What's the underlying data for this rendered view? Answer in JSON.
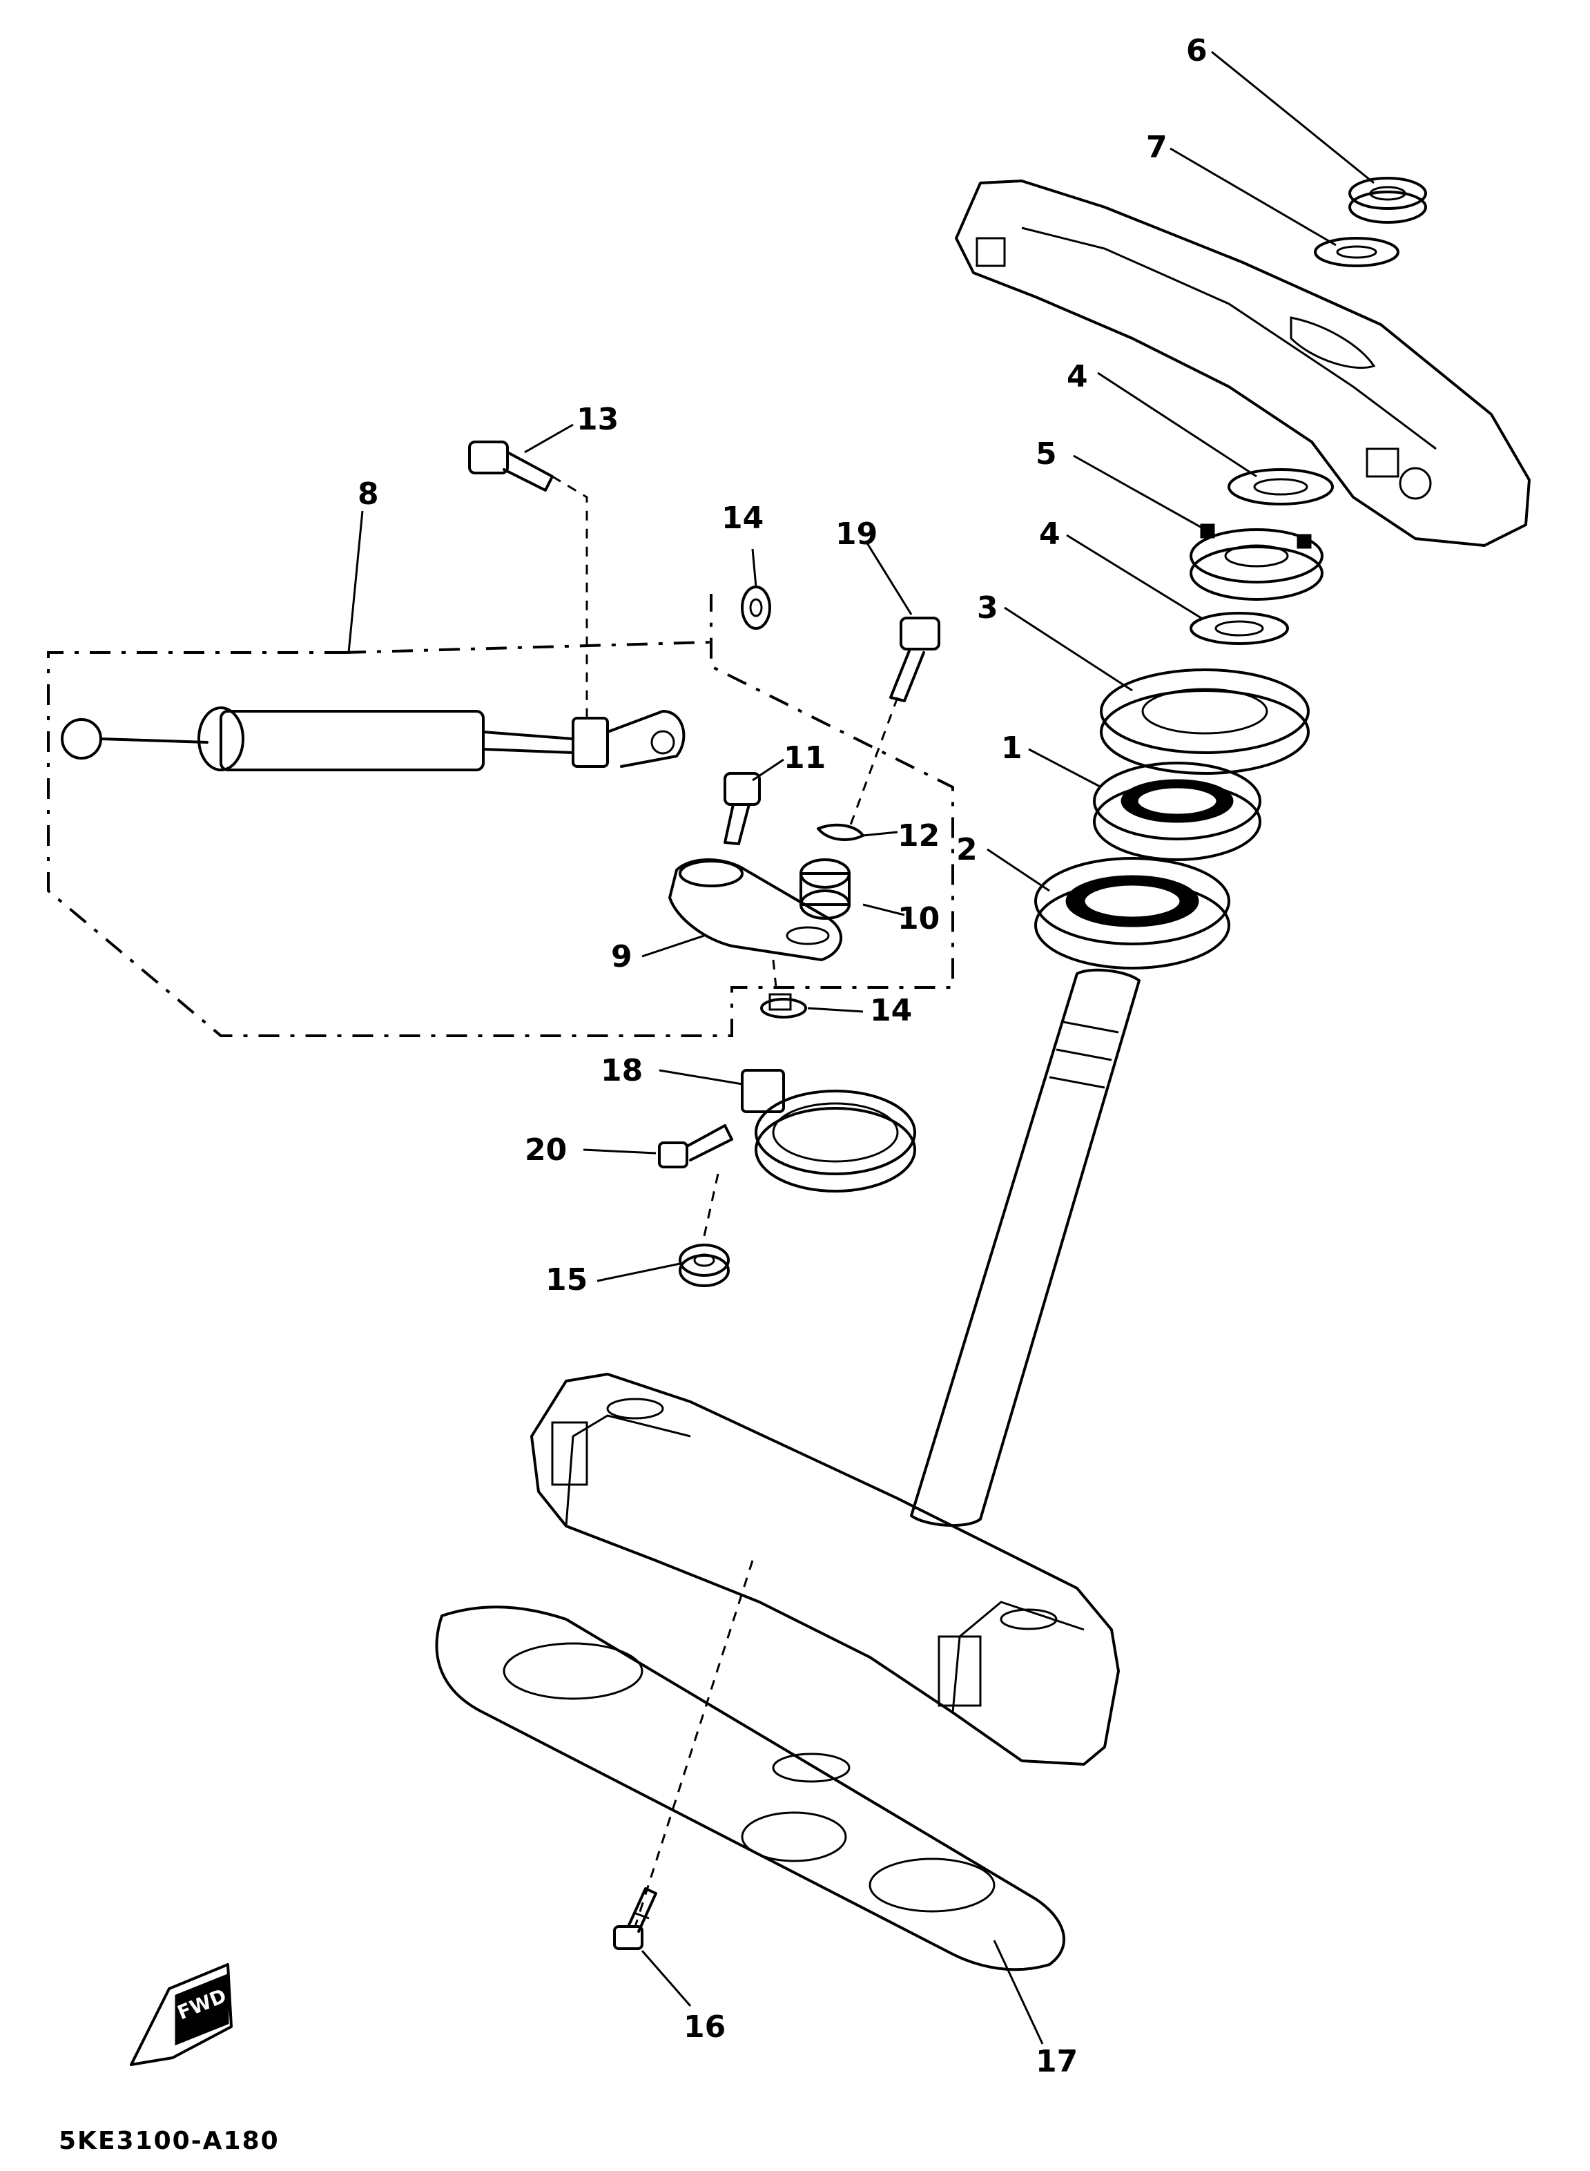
{
  "diagram_code": "5KE3100-A180",
  "fwd_label": "FWD",
  "callouts": [
    {
      "id": "c1",
      "label": "1"
    },
    {
      "id": "c2",
      "label": "2"
    },
    {
      "id": "c3",
      "label": "3"
    },
    {
      "id": "c4a",
      "label": "4"
    },
    {
      "id": "c4b",
      "label": "4"
    },
    {
      "id": "c5",
      "label": "5"
    },
    {
      "id": "c6",
      "label": "6"
    },
    {
      "id": "c7",
      "label": "7"
    },
    {
      "id": "c8",
      "label": "8"
    },
    {
      "id": "c9",
      "label": "9"
    },
    {
      "id": "c10",
      "label": "10"
    },
    {
      "id": "c11",
      "label": "11"
    },
    {
      "id": "c12",
      "label": "12"
    },
    {
      "id": "c13",
      "label": "13"
    },
    {
      "id": "c14a",
      "label": "14"
    },
    {
      "id": "c14b",
      "label": "14"
    },
    {
      "id": "c15",
      "label": "15"
    },
    {
      "id": "c16",
      "label": "16"
    },
    {
      "id": "c17",
      "label": "17"
    },
    {
      "id": "c18",
      "label": "18"
    },
    {
      "id": "c19",
      "label": "19"
    },
    {
      "id": "c20",
      "label": "20"
    }
  ]
}
